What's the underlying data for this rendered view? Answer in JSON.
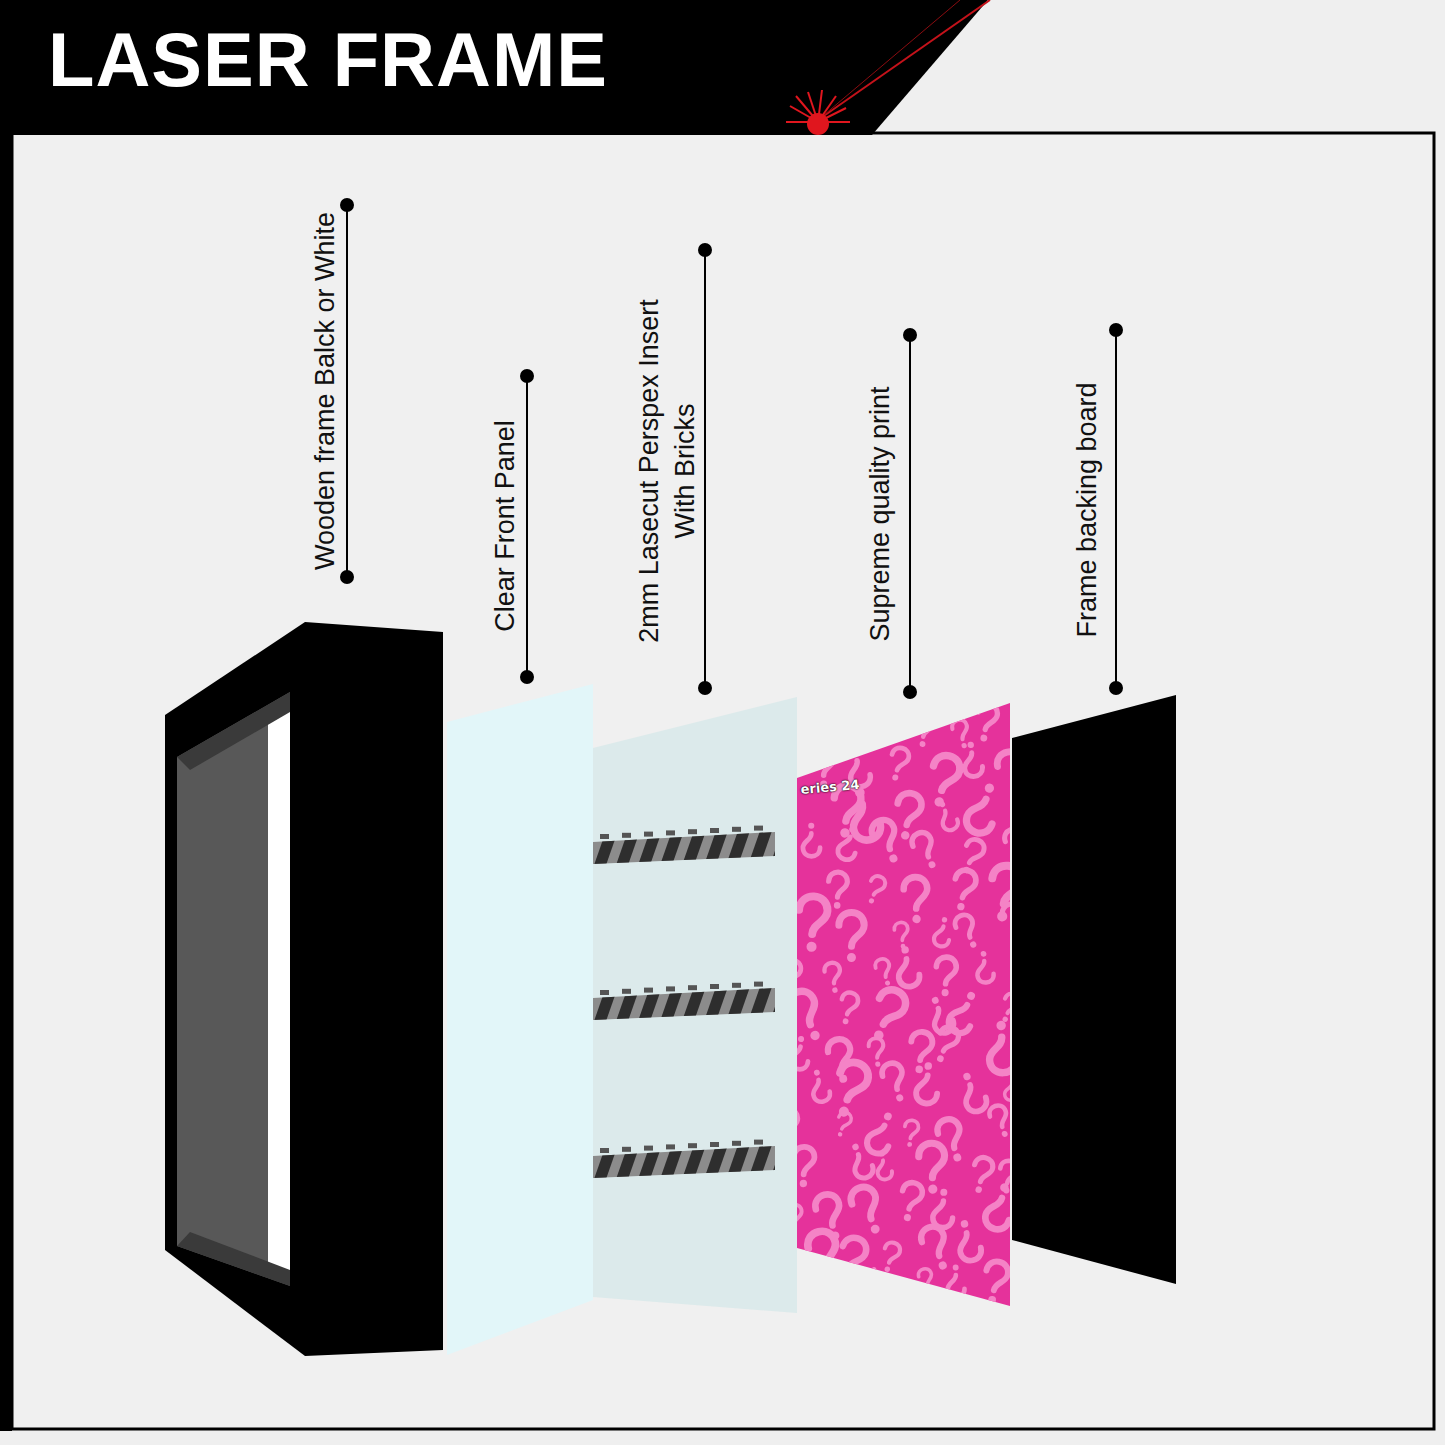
{
  "diagram": {
    "title": "LASER FRAME",
    "labels": [
      "Wooden frame Balck or White",
      "Clear Front Panel",
      "2mm Lasecut Perspex Insert With Bricks",
      "Supreme quality print",
      "Frame backing board",
      "eries 24"
    ]
  }
}
